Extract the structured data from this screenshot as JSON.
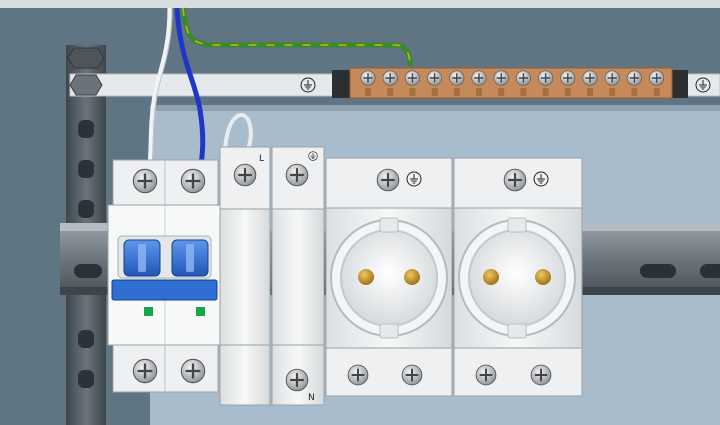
{
  "labels": {
    "line": "L",
    "neutral": "N"
  },
  "icons": {
    "earth": "earth-ground-icon",
    "screw": "screw-head-icon",
    "toggle": "breaker-toggle-icon",
    "socket": "schuko-socket-icon"
  },
  "colors": {
    "backdrop": "#6f8594",
    "mounting_plate": "#a9bccb",
    "busbar": "#c68a5a",
    "wire_blue": "#1f37c9",
    "wire_green": "#3a8a2a",
    "wire_yellow": "#c8b21e",
    "breaker_handle": "#2e6fd1",
    "indicator_green": "#1aa54a",
    "socket_pins": "#c79a2a"
  },
  "busbar": {
    "terminal_count": 14
  }
}
